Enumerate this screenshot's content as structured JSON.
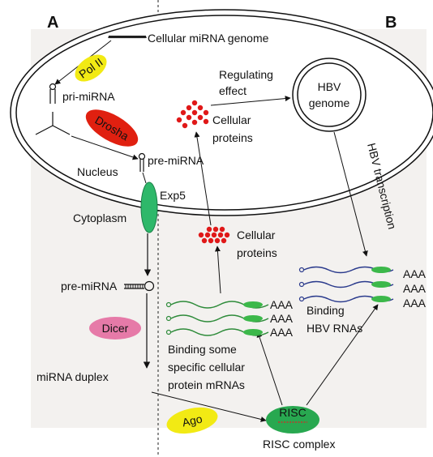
{
  "panels": {
    "left": "A",
    "right": "B"
  },
  "labels": {
    "cellular_mirna_genome": "Cellular miRNA genome",
    "pol_ii": "Pol II",
    "pri_mirna": "pri-miRNA",
    "drosha": "Drosha",
    "pre_mirna_nucleus": "pre-miRNA",
    "nucleus": "Nucleus",
    "exp5": "Exp5",
    "cytoplasm": "Cytoplasm",
    "pre_mirna_cytoplasm": "pre-miRNA",
    "dicer": "Dicer",
    "mirna_duplex": "miRNA duplex",
    "ago": "Ago",
    "risc": "RISC",
    "risc_complex": "RISC complex",
    "regulating_effect_1": "Regulating",
    "regulating_effect_2": "effect",
    "hbv_genome_1": "HBV",
    "hbv_genome_2": "genome",
    "hbv_transcription": "HBV transcription",
    "cellular_proteins_top_1": "Cellular",
    "cellular_proteins_top_2": "proteins",
    "cellular_proteins_mid_1": "Cellular",
    "cellular_proteins_mid_2": "proteins",
    "binding_cellular_1": "Binding some",
    "binding_cellular_2": "specific cellular",
    "binding_cellular_3": "protein mRNAs",
    "binding_hbv_1": "Binding",
    "binding_hbv_2": "HBV RNAs",
    "polya_tail": "AAA"
  },
  "colors": {
    "pol_ii": "#f2ea14",
    "drosha": "#e02010",
    "exp5": "#2eb86a",
    "dicer": "#e67aa8",
    "ago": "#f2ea14",
    "risc": "#28a850",
    "risc_strand": "#c0392b",
    "protein_dot": "#e01818",
    "mrna_green": "#2e8b3a",
    "rna_blue": "#2a3a8c",
    "ribosome": "#3cb84a"
  }
}
